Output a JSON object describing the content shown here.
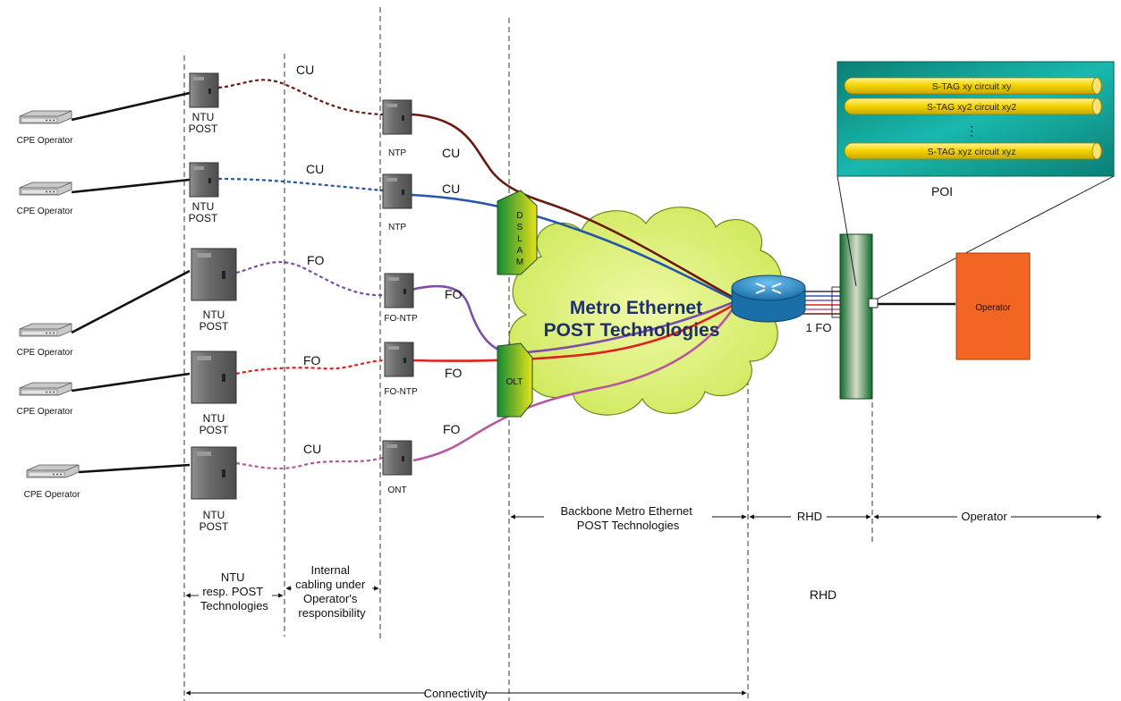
{
  "cpe_label": "CPE Operator",
  "ntu_label_line1": "NTU",
  "ntu_label_line2": "POST",
  "ntp_label": "NTP",
  "fo_ntp_label": "FO-NTP",
  "ont_label": "ONT",
  "cu_label": "CU",
  "fo_label": "FO",
  "dslam_letters": [
    "D",
    "S",
    "L",
    "A",
    "M"
  ],
  "olt_label": "OLT",
  "cloud": {
    "line1": "Metro Ethernet",
    "line2": "POST Technologies"
  },
  "router_link_label": "1 FO",
  "poi": {
    "label": "POI",
    "circuits": [
      "S-TAG xy circuit xy",
      "S-TAG xy2 circuit xy2",
      "S-TAG xyz circuit xyz"
    ],
    "ellipsis": "⋮"
  },
  "operator_box_label": "Operator",
  "bottom": {
    "ntu_resp": [
      "NTU",
      "resp. POST",
      "Technologies"
    ],
    "internal": [
      "Internal",
      "cabling under",
      "Operator's",
      "responsibility"
    ],
    "backbone": [
      "Backbone Metro Ethernet",
      "POST Technologies"
    ],
    "rhd_arrow": "RHD",
    "operator_arrow": "Operator",
    "rhd_zone": "RHD",
    "connectivity": "Connectivity"
  },
  "colors": {
    "line1": "#6b1a10",
    "line2": "#2556a8",
    "line3": "#7b4fa8",
    "line4": "#e0201c",
    "line5": "#b6589f",
    "cloud": "#d6ec6b",
    "poi_panel": "#00a39a",
    "stag_pipe": "#f5d600",
    "operator": "#f26522"
  }
}
